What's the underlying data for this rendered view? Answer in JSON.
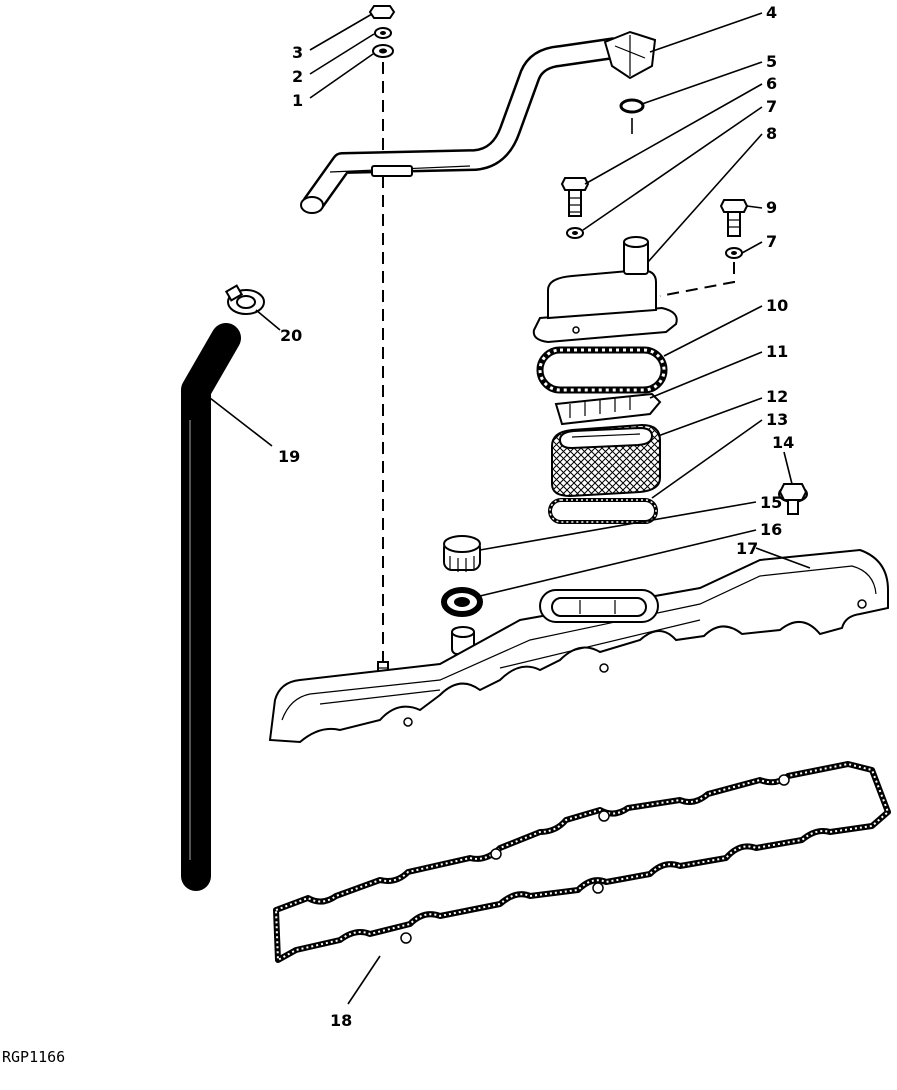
{
  "callouts": [
    "1",
    "2",
    "3",
    "4",
    "5",
    "6",
    "7",
    "7",
    "8",
    "9",
    "10",
    "11",
    "12",
    "13",
    "14",
    "15",
    "16",
    "17",
    "18",
    "19",
    "20"
  ],
  "figure_code": "RGP1166"
}
